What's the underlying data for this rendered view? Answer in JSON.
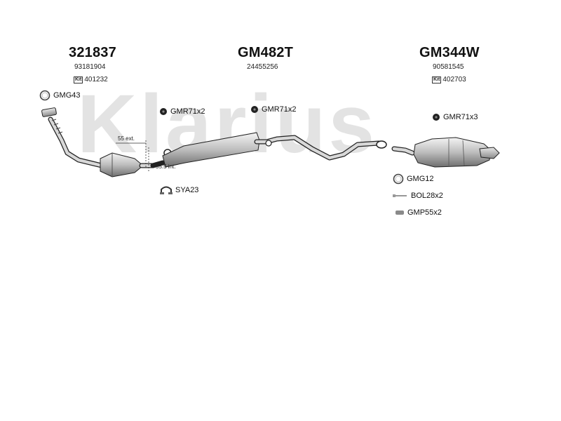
{
  "watermark": "Klarius",
  "sections": [
    {
      "code": "321837",
      "oe": "93181904",
      "kit_label": "Kit",
      "kit": "401232"
    },
    {
      "code": "GM482T",
      "oe": "24455256"
    },
    {
      "code": "GM344W",
      "oe": "90581545",
      "kit_label": "Kit",
      "kit": "402703"
    }
  ],
  "parts": {
    "gmg43": "GMG43",
    "gmr71_left": "GMR71x2",
    "gmr71_mid": "GMR71x2",
    "gmr71_right": "GMR71x3",
    "sya23": "SYA23",
    "gmg12": "GMG12",
    "bol28": "BOL28x2",
    "gmp55": "GMP55x2"
  },
  "dimensions": {
    "ext": "55 ext.",
    "int": "55.5 int."
  },
  "icons": [
    "gasket-ring-icon",
    "rubber-mount-icon",
    "clamp-icon",
    "bolt-icon",
    "spring-icon"
  ]
}
